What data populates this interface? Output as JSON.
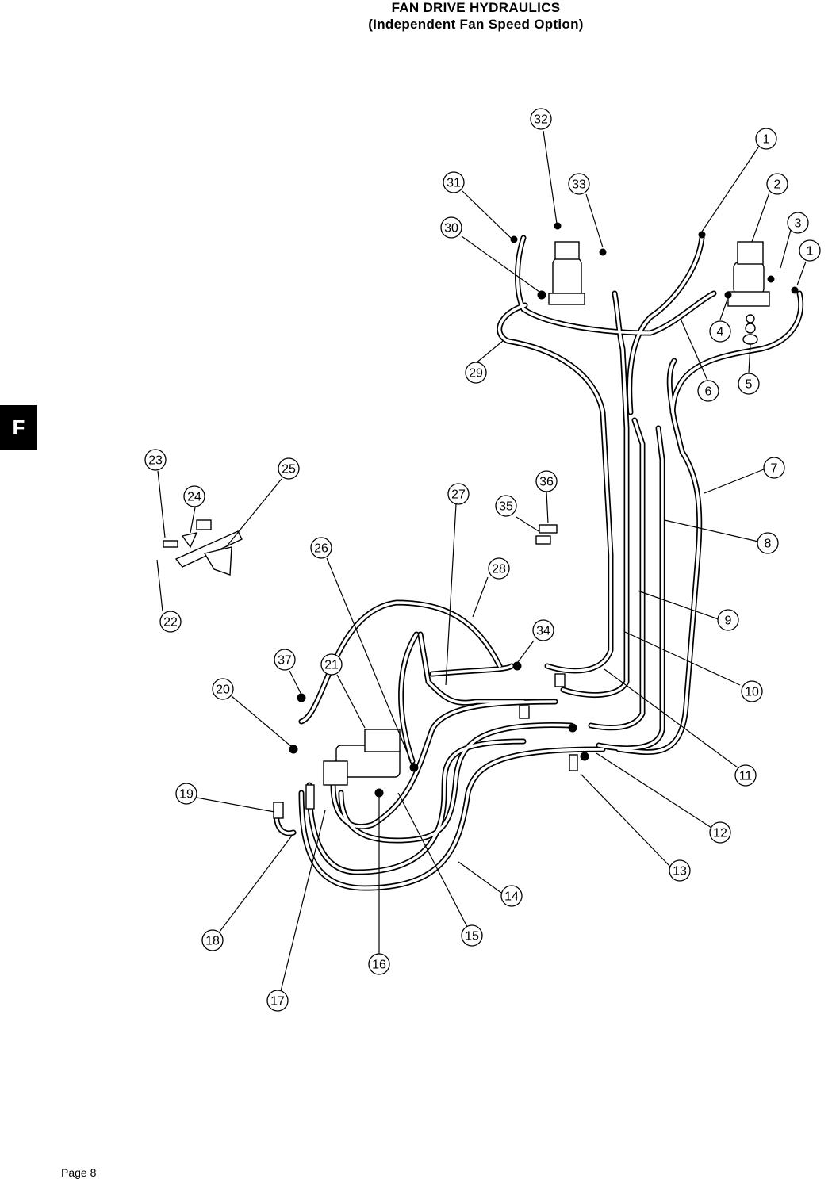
{
  "header": {
    "title": "FAN DRIVE HYDRAULICS",
    "subtitle": "(Independent Fan Speed Option)"
  },
  "side_tab": {
    "letter": "F"
  },
  "footer": {
    "page": "Page 8"
  },
  "callouts": [
    "1",
    "2",
    "3",
    "1",
    "4",
    "5",
    "6",
    "7",
    "8",
    "9",
    "10",
    "11",
    "12",
    "13",
    "14",
    "15",
    "16",
    "17",
    "18",
    "19",
    "20",
    "21",
    "22",
    "23",
    "24",
    "25",
    "26",
    "27",
    "28",
    "29",
    "30",
    "31",
    "32",
    "33",
    "34",
    "35",
    "36",
    "37"
  ]
}
